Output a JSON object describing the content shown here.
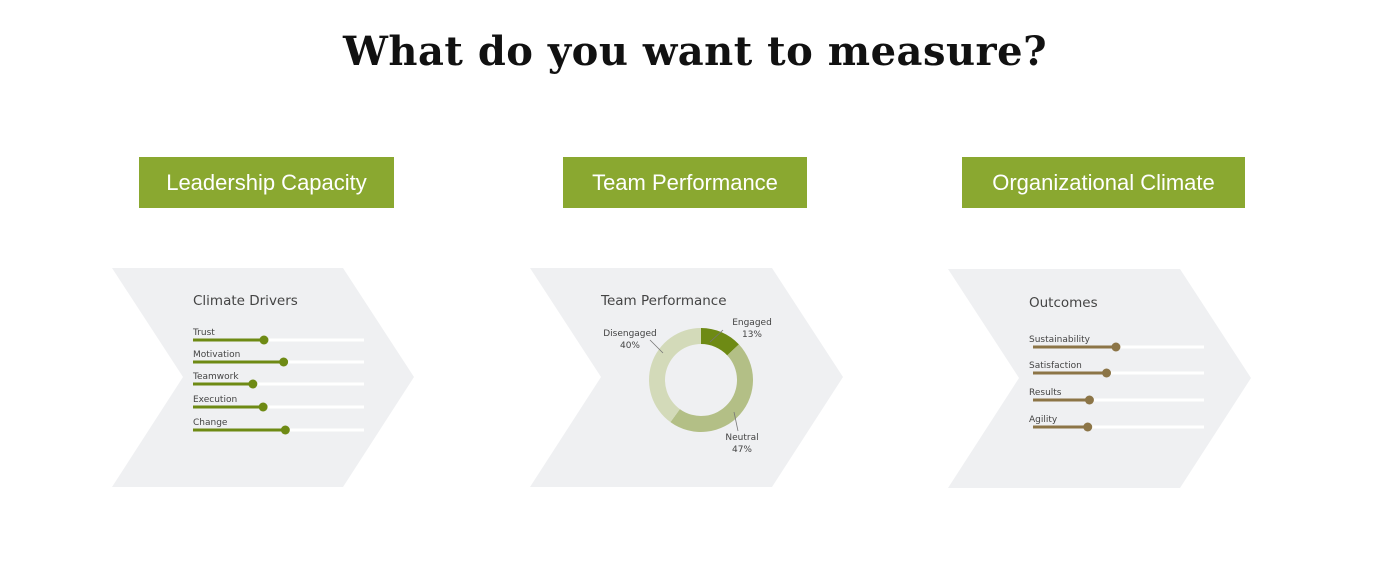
{
  "title": "What do you want to measure?",
  "buttons": [
    "Leadership Capacity",
    "Team Performance",
    "Organizational Climate"
  ],
  "climate_drivers": {
    "title": "Climate Drivers",
    "color": "#6e8a14",
    "items": [
      {
        "label": "Trust",
        "value": 0.415
      },
      {
        "label": "Motivation",
        "value": 0.53
      },
      {
        "label": "Teamwork",
        "value": 0.35
      },
      {
        "label": "Execution",
        "value": 0.41
      },
      {
        "label": "Change",
        "value": 0.54
      }
    ]
  },
  "team_performance": {
    "title": "Team Performance",
    "segments": [
      {
        "label": "Engaged",
        "pct": "13%",
        "value": 13,
        "color": "#6e8a14"
      },
      {
        "label": "Neutral",
        "pct": "47%",
        "value": 47,
        "color": "#b3bf86"
      },
      {
        "label": "Disengaged",
        "pct": "40%",
        "value": 40,
        "color": "#d3dab9"
      }
    ]
  },
  "outcomes": {
    "title": "Outcomes",
    "color": "#8c7547",
    "items": [
      {
        "label": "Sustainability",
        "value": 0.485
      },
      {
        "label": "Satisfaction",
        "value": 0.43
      },
      {
        "label": "Results",
        "value": 0.33
      },
      {
        "label": "Agility",
        "value": 0.32
      }
    ]
  }
}
